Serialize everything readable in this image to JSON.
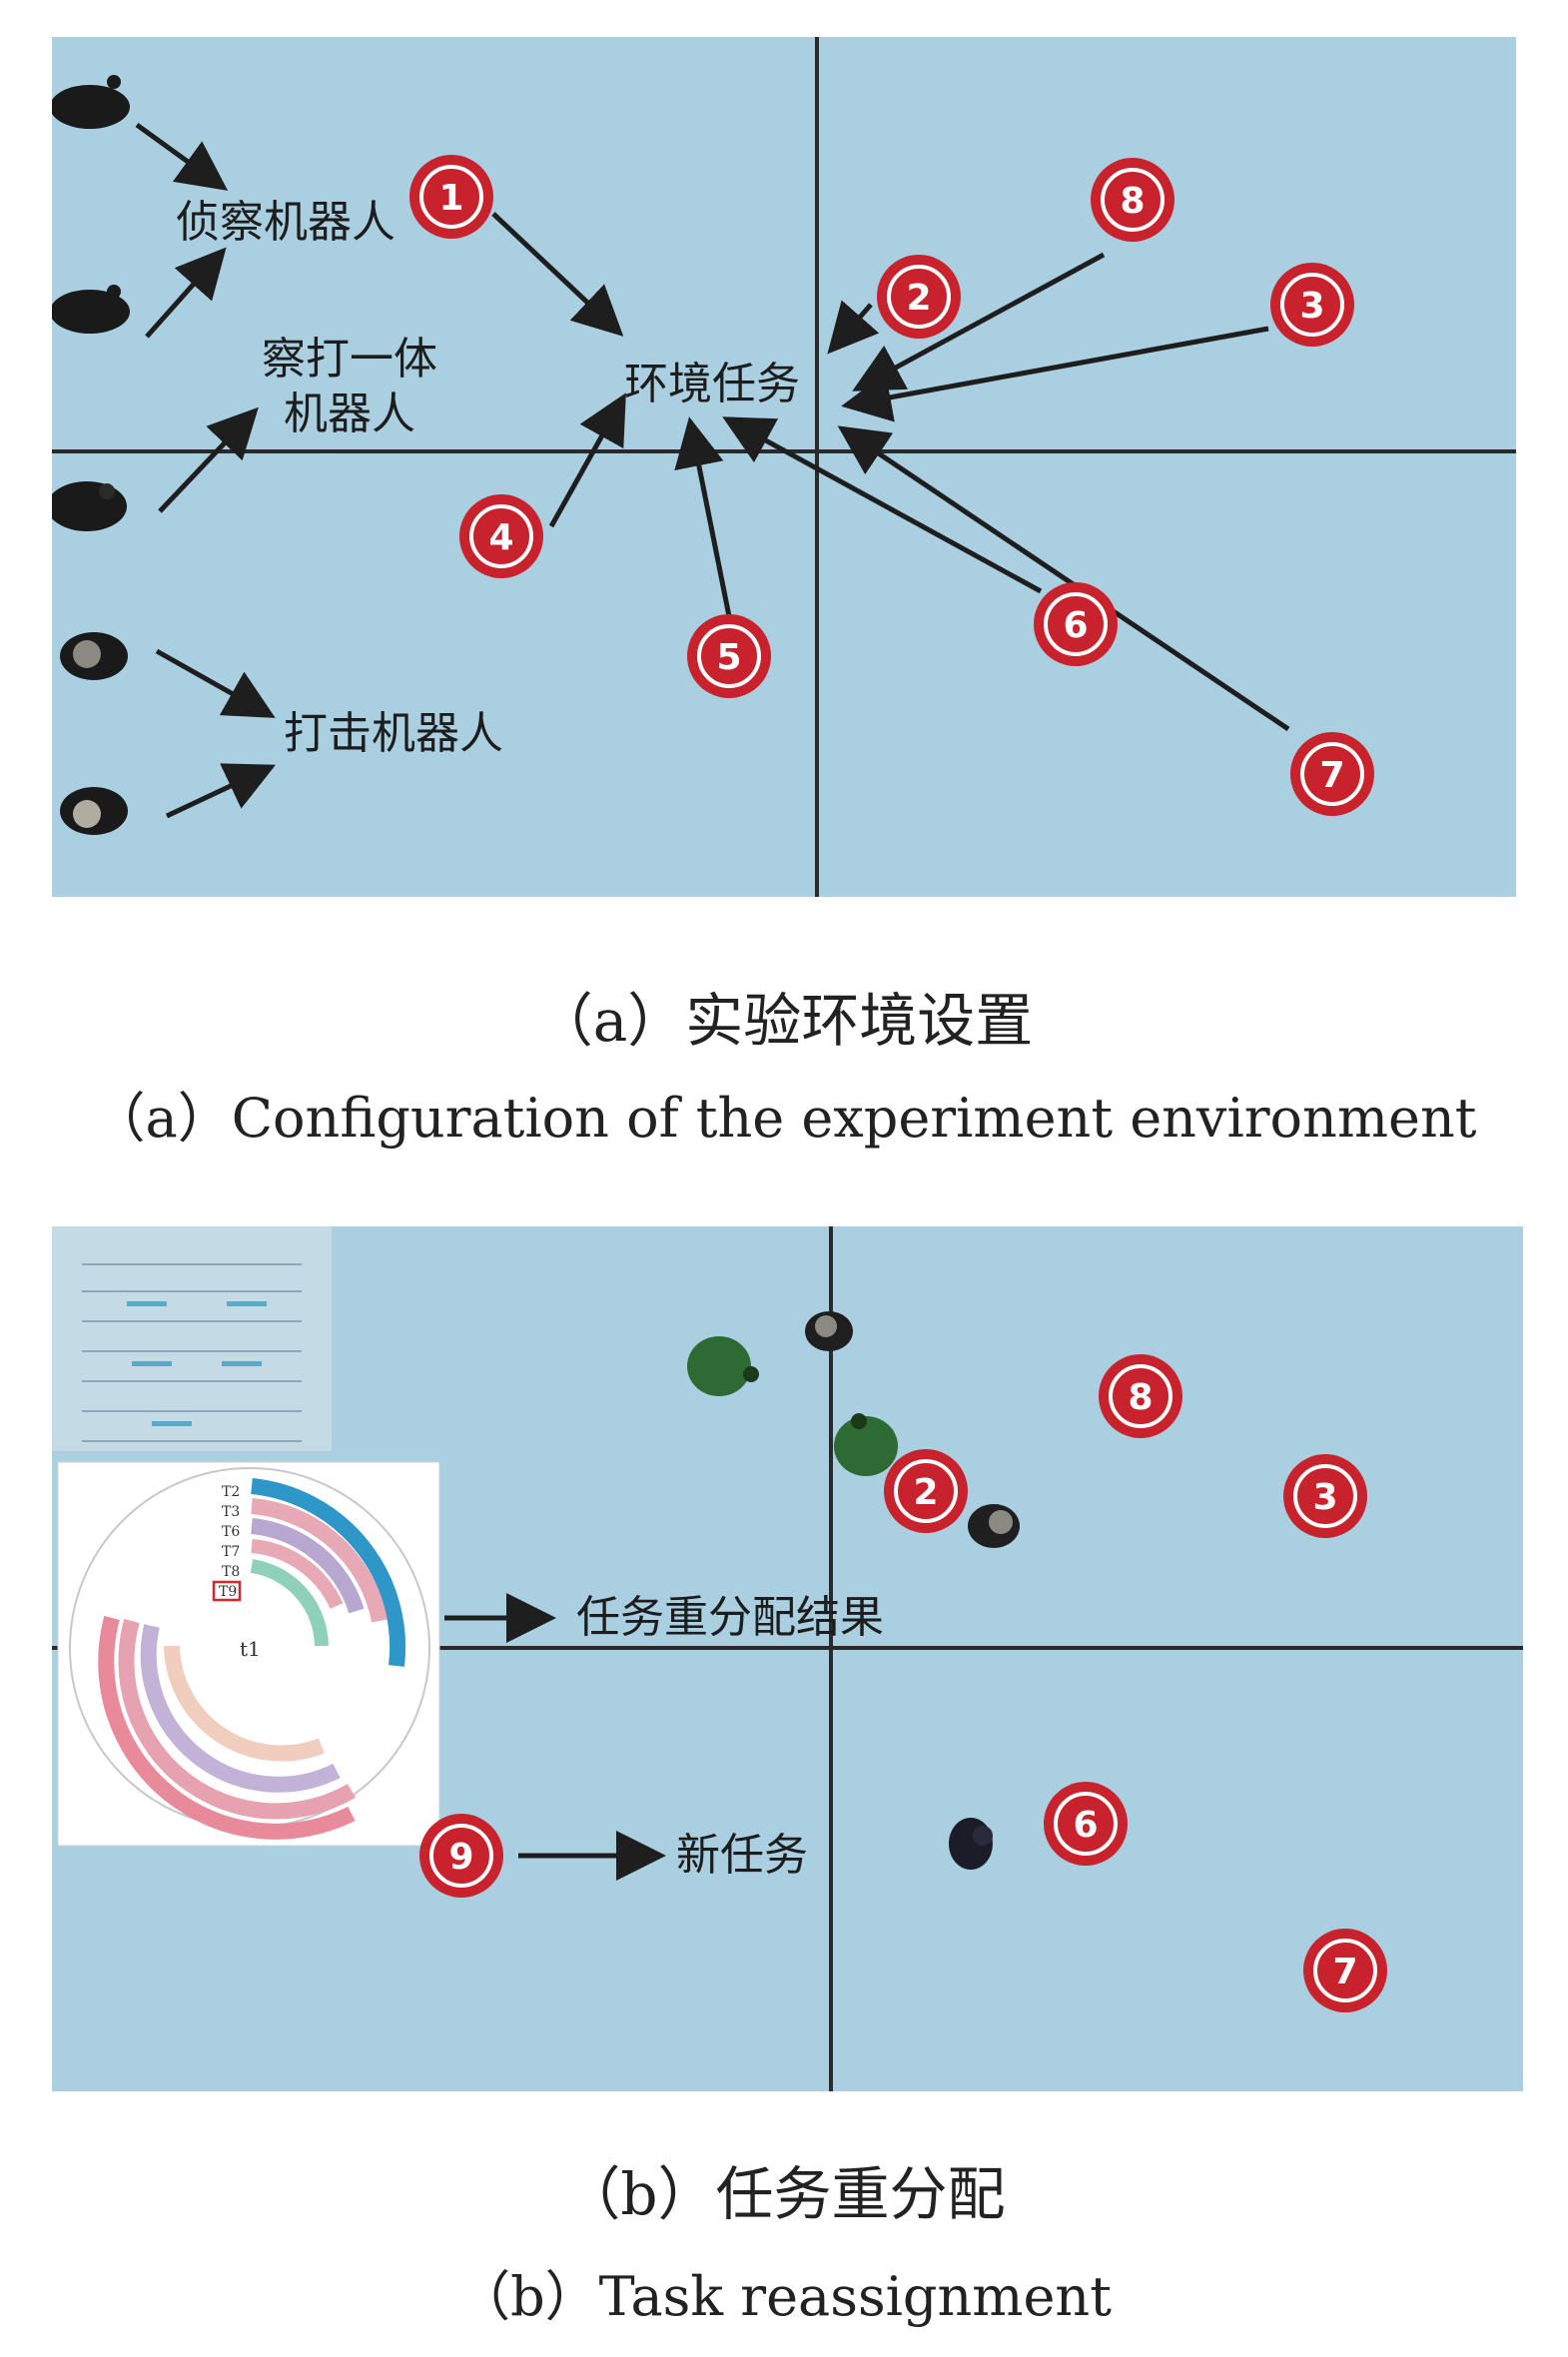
{
  "panel_a": {
    "labels": {
      "recon_robot": "侦察机器人",
      "recon_strike_line1": "察打一体",
      "recon_strike_line2": "机器人",
      "strike_robot": "打击机器人",
      "env_task": "环境任务"
    },
    "markers": [
      "1",
      "2",
      "3",
      "4",
      "5",
      "6",
      "7",
      "8"
    ],
    "caption_zh": "（a）实验环境设置",
    "caption_en": "（a）Configuration of the experiment environment"
  },
  "panel_b": {
    "labels": {
      "reassign_result": "任务重分配结果",
      "new_task": "新任务",
      "inset_center": "t1"
    },
    "inset_tasks": [
      "T2",
      "T3",
      "T6",
      "T7",
      "T8",
      "T9"
    ],
    "markers": [
      "8",
      "2",
      "3",
      "6",
      "7",
      "9"
    ],
    "caption_zh": "（b）任务重分配",
    "caption_en": "（b）Task reassignment"
  },
  "colors": {
    "field": "#a9cfe0",
    "marker_red": "#c8232c",
    "arrow": "#1e1e1e"
  }
}
